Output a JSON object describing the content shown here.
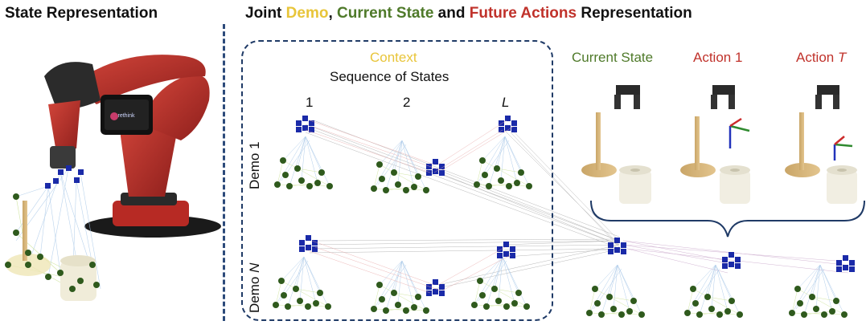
{
  "headings": {
    "left": "State Representation",
    "main_prefix": "Joint ",
    "main_demo": "Demo",
    "main_sep1": ", ",
    "main_current": "Current State",
    "main_sep2": " and ",
    "main_future": "Future Actions",
    "main_suffix": " Representation"
  },
  "context": {
    "title": "Context",
    "subtitle": "Sequence of States",
    "steps": [
      "1",
      "2",
      "L"
    ]
  },
  "demos": {
    "first": "Demo 1",
    "last_prefix": "Demo ",
    "last_var": "N"
  },
  "columns": {
    "current": "Current State",
    "action1": "Action 1",
    "actionT_prefix": "Action ",
    "actionT_var": "T"
  },
  "robot": {
    "screen_text": "rethink"
  },
  "colors": {
    "demo": "#e8c53a",
    "current": "#4f7a2a",
    "future": "#c0322b",
    "gripper_node": "#1a2aa8",
    "object_node": "#2f5a1d",
    "dashed_box": "#1f3a66"
  }
}
